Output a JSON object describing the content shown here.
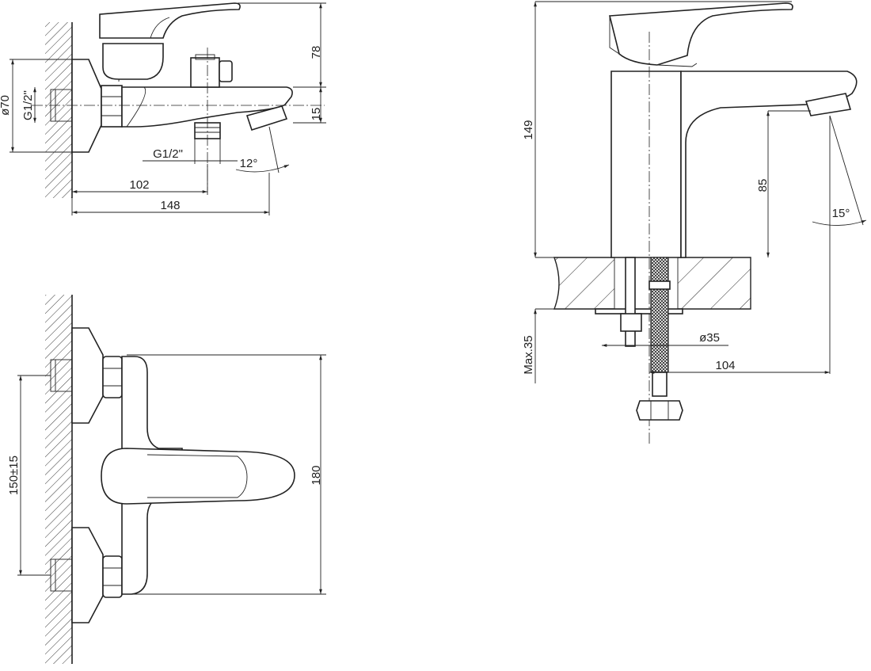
{
  "drawing": {
    "line_color": "#222222",
    "background": "#ffffff",
    "bath_mixer_side": {
      "dim_height_top": "78",
      "dim_height_spout": "15",
      "dim_diameter": "ø70",
      "dim_inlet_thread": "G1/2\"",
      "dim_outlet_thread": "G1/2\"",
      "dim_angle": "12°",
      "dim_to_outlet": "102",
      "dim_total_length": "148"
    },
    "bath_mixer_front": {
      "dim_centers": "150±15",
      "dim_height": "180"
    },
    "basin_mixer_side": {
      "dim_total_height": "149",
      "dim_spout_height": "85",
      "dim_angle": "15°",
      "dim_max_counter": "Max.35",
      "dim_hole_diameter": "ø35",
      "dim_reach": "104"
    }
  }
}
